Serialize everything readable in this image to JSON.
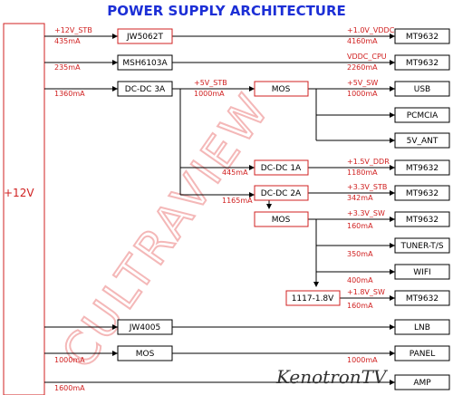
{
  "title": "POWER SUPPLY ARCHITECTURE",
  "main_supply": {
    "label": "+12V"
  },
  "watermark": "CULTRAVIEW",
  "logo": "KenotronTV",
  "blocks": {
    "jw5062t": "JW5062T",
    "msh6103a": "MSH6103A",
    "dcdc3a": "DC-DC 3A",
    "mos_5v": "MOS",
    "dcdc1a": "DC-DC 1A",
    "dcdc2a": "DC-DC 2A",
    "mos_33v": "MOS",
    "reg1117": "1117-1.8V",
    "jw4005": "JW4005",
    "mos_panel": "MOS"
  },
  "loads": {
    "mt9632_a": "MT9632",
    "mt9632_b": "MT9632",
    "usb": "USB",
    "pcmcia": "PCMCIA",
    "ant5v": "5V_ANT",
    "mt9632_c": "MT9632",
    "mt9632_d": "MT9632",
    "mt9632_e": "MT9632",
    "tuner": "TUNER-T/S",
    "wifi": "WIFI",
    "mt9632_f": "MT9632",
    "lnb": "LNB",
    "panel": "PANEL",
    "amp": "AMP"
  },
  "rails": {
    "stb12": "+12V_STB",
    "stb5": "+5V_STB",
    "vddc": "+1.0V_VDDC",
    "vddc_cpu": "VDDC_CPU",
    "sw5": "+5V_SW",
    "ddr15": "+1.5V_DDR",
    "stb33": "+3.3V_STB",
    "sw33": "+3.3V_SW",
    "sw18": "+1.8V_SW"
  },
  "currents": {
    "c435": "435mA",
    "c235": "235mA",
    "c1360": "1360mA",
    "c1000_stb": "1000mA",
    "c4160": "4160mA",
    "c2260": "2260mA",
    "c1000_sw": "1000mA",
    "c445": "445mA",
    "c1180": "1180mA",
    "c1165": "1165mA",
    "c342": "342mA",
    "c160_33": "160mA",
    "c350": "350mA",
    "c400": "400mA",
    "c160_18": "160mA",
    "c1000_panel_l": "1000mA",
    "c1000_panel_r": "1000mA",
    "c1600": "1600mA"
  }
}
